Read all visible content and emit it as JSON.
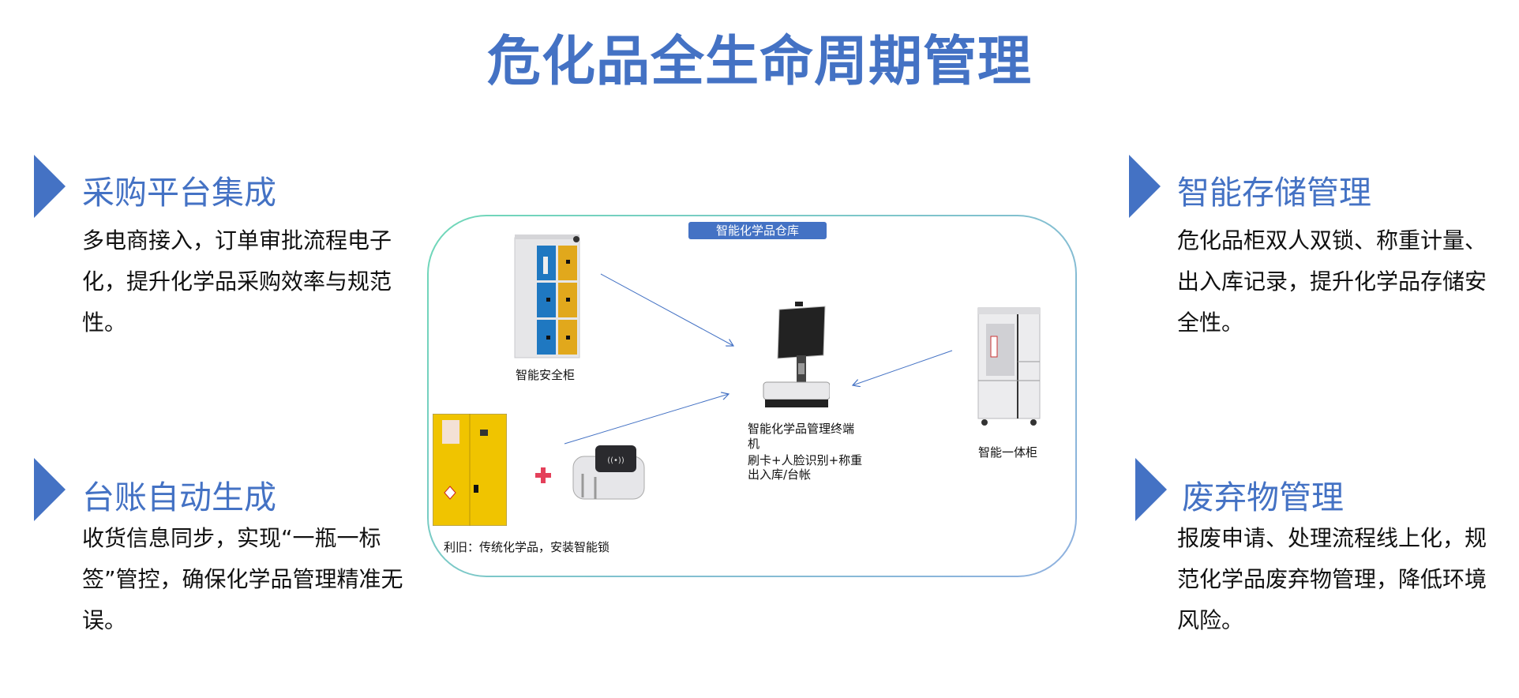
{
  "title": "危化品全生命周期管理",
  "sections": {
    "procurement": {
      "heading": "采购平台集成",
      "body": "多电商接入，订单审批流程电子化，提升化学品采购效率与规范性。"
    },
    "ledger": {
      "heading": "台账自动生成",
      "body": "收货信息同步，实现“一瓶一标签”管控，确保化学品管理精准无误。"
    },
    "storage": {
      "heading": "智能存储管理",
      "body": "危化品柜双人双锁、称重计量、出入库记录，提升化学品存储安全性。"
    },
    "waste": {
      "heading": "废弃物管理",
      "body": "报废申请、处理流程线上化，规范化学品废弃物管理，降低环境风险。"
    }
  },
  "diagram": {
    "tag": "智能化学品仓库",
    "safety_cabinet": "智能安全柜",
    "terminal_lines": [
      "智能化学品管理终端",
      "机",
      "刷卡+人脸识别+称重",
      "出入库/台帐"
    ],
    "integrated_cabinet": "智能一体柜",
    "legacy_caption": "利旧：传统化学品，安装智能锁"
  },
  "colors": {
    "accent": "#4472C4"
  }
}
